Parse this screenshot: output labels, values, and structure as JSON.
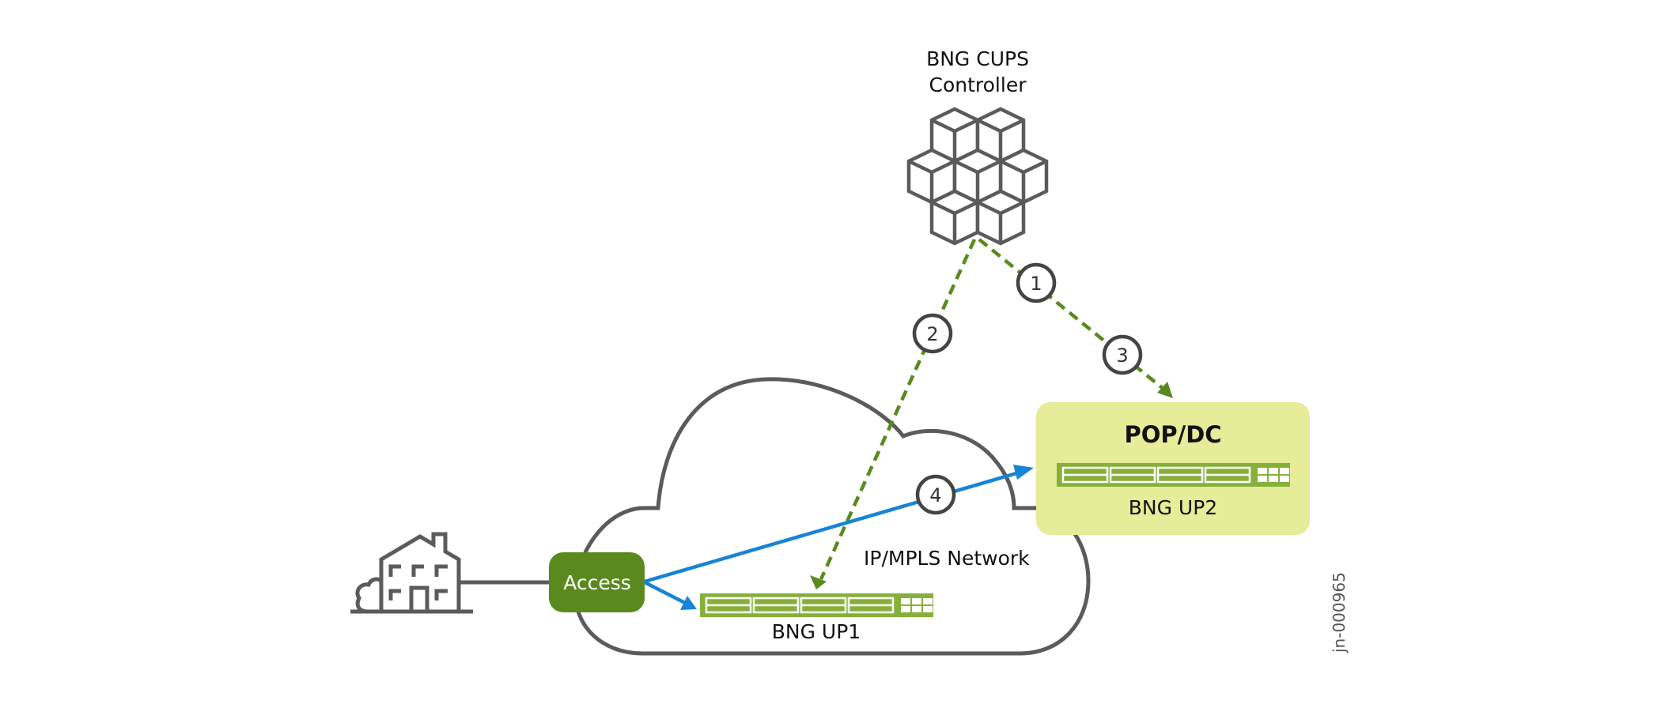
{
  "diagram": {
    "controller": {
      "title_line1": "BNG CUPS",
      "title_line2": "Controller",
      "icon": "cube-cluster-icon"
    },
    "home": {
      "icon": "house-icon"
    },
    "access": {
      "label": "Access",
      "color": "#5a8a1e"
    },
    "network": {
      "label": "IP/MPLS Network",
      "icon": "cloud-icon"
    },
    "up1": {
      "label": "BNG UP1",
      "icon": "switch-icon"
    },
    "pop": {
      "title": "POP/DC",
      "background": "#e6ec97",
      "up2_label": "BNG UP2",
      "icon": "switch-icon"
    },
    "steps": [
      {
        "number": "1",
        "from": "controller",
        "to": "up2",
        "style": "dashed-green"
      },
      {
        "number": "2",
        "from": "controller",
        "to": "up1",
        "style": "dashed-green"
      },
      {
        "number": "3",
        "from": "controller",
        "to": "up2",
        "style": "dashed-green"
      },
      {
        "number": "4",
        "from": "access",
        "to": "up2",
        "style": "solid-blue"
      }
    ],
    "connections": [
      {
        "from": "home",
        "to": "access",
        "style": "solid-gray"
      },
      {
        "from": "access",
        "to": "up1",
        "style": "solid-blue"
      },
      {
        "from": "access",
        "to": "up2",
        "style": "solid-blue"
      }
    ],
    "colors": {
      "control_link": "#5a8a1e",
      "data_link": "#1784d6",
      "outline": "#5b5b5b",
      "switch": "#86b03a"
    },
    "figure_id": "jn-000965"
  }
}
